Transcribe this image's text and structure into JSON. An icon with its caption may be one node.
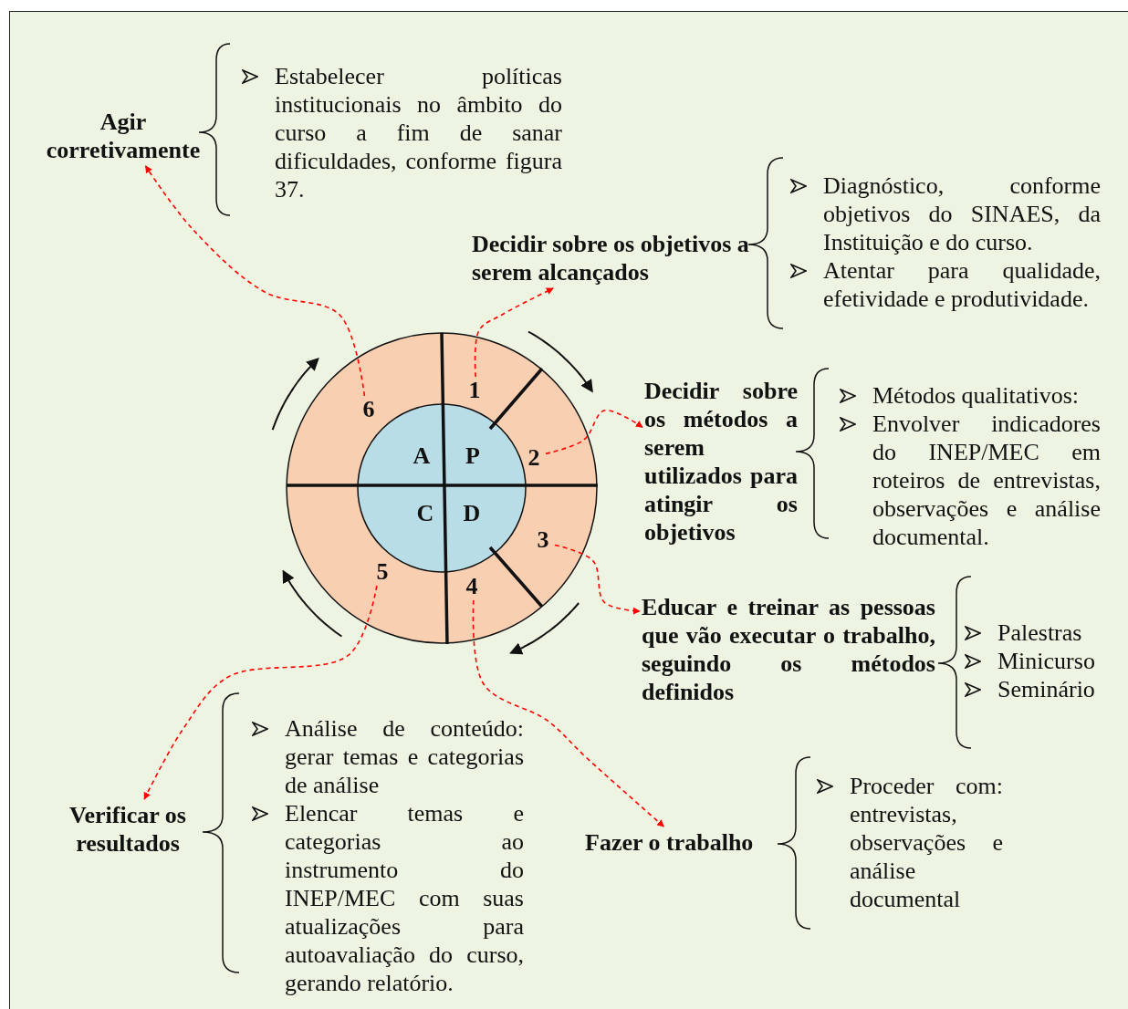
{
  "diagram": {
    "nodes": [
      {
        "text": [
          "Agir corretivamente"
        ]
      },
      {
        "text": [
          "Decidir sobre os objetivos a serem alcançados"
        ],
        "beside": [
          "Diagnóstico, conforme objetivos do SINAES, da Instituição e do curso.",
          "Atentar para qualidade, efetividade e produtividade."
        ]
      },
      {
        "text": [
          "6"
        ]
      },
      {
        "text": [
          "1"
        ]
      },
      {
        "text": [
          "Decidir sobre os métodos a serem utilizados para atingir os objetivos"
        ],
        "beside": [
          "Métodos qualitativos:",
          "Envolver indicadores do INEP/MEC em roteiros de entrevistas, observações e análise documental."
        ]
      },
      {
        "text": [
          "2"
        ]
      },
      {
        "text": [
          "3"
        ]
      },
      {
        "text": [
          "5"
        ]
      },
      {
        "text": [
          "4"
        ]
      },
      {
        "text": [
          "Educar e treinar as pessoas que vão executar o trabalho, seguindo os métodos definidos"
        ],
        "beside": [
          "Palestras",
          "Minicurso",
          "Seminário"
        ]
      },
      {
        "text": [
          "Verificar os resultados"
        ],
        "beside": [
          "Análise de conteúdo: gerar temas e categorias de análise",
          "Elencar temas e categorias ao instrumento do INEP/MEC com suas atualizações para autoavaliação do curso, gerando relatório."
        ]
      },
      {
        "text": [
          "Fazer o trabalho"
        ]
      }
    ],
    "edges": [
      {
        "from": 2,
        "to": 0,
        "arrow": "to",
        "style": "dashed"
      },
      {
        "from": 3,
        "to": 1,
        "arrow": "to",
        "style": "dashed"
      },
      {
        "from": 5,
        "to": 4,
        "arrow": "to",
        "style": "dashed"
      },
      {
        "from": 6,
        "to": 9,
        "arrow": "to",
        "style": "dashed"
      },
      {
        "from": 8,
        "to": 11,
        "arrow": "to",
        "style": "dashed"
      },
      {
        "from": 7,
        "to": 10,
        "arrow": "to",
        "style": "dashed"
      }
    ],
    "labels": [
      "Estabelecer políticas institucionais no âmbito do curso a fim de sanar dificuldades, conforme figura 37.",
      "A",
      "P",
      "C",
      "D",
      "Proceder com: entrevistas, observações e análise documental"
    ]
  }
}
